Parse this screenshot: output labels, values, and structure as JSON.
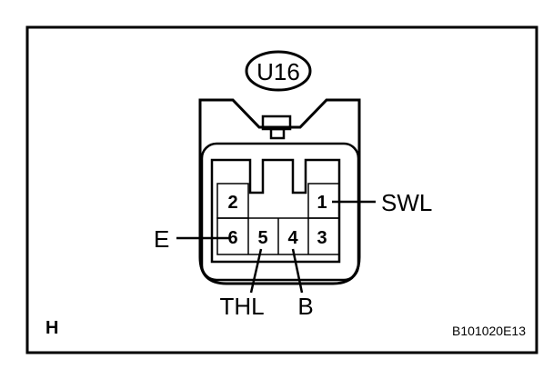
{
  "connector": {
    "id": "U16",
    "view_label": "H",
    "figure_code": "B101020E13"
  },
  "pins": {
    "p1": "1",
    "p2": "2",
    "p3": "3",
    "p4": "4",
    "p5": "5",
    "p6": "6"
  },
  "signals": {
    "swl": "SWL",
    "e": "E",
    "thl": "THL",
    "b": "B"
  },
  "colors": {
    "line": "#000000",
    "background": "#ffffff"
  }
}
